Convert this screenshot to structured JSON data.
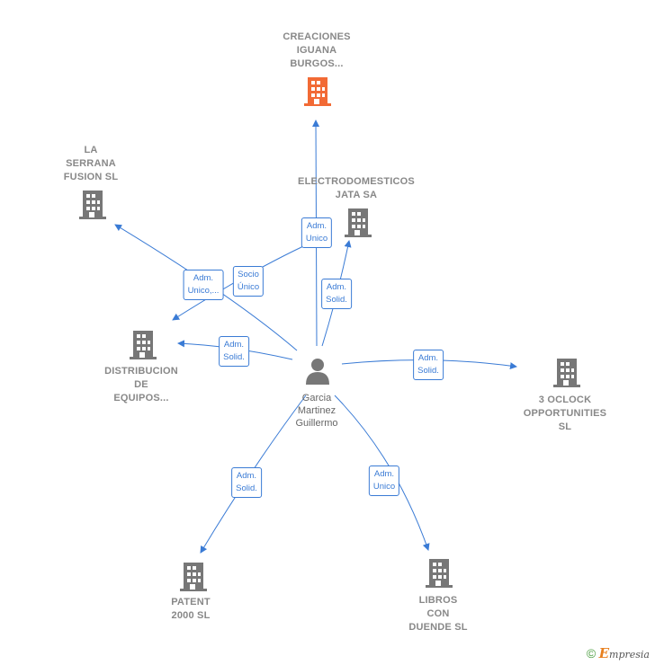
{
  "center_person": {
    "name": "Garcia\nMartinez\nGuillermo",
    "icon": "person-icon"
  },
  "companies": [
    {
      "id": "creaciones",
      "name": "CREACIONES\nIGUANA\nBURGOS...",
      "color": "#f26a35",
      "highlight": true
    },
    {
      "id": "serrana",
      "name": "LA\nSERRANA\nFUSION SL",
      "color": "#777777"
    },
    {
      "id": "electro",
      "name": "ELECTRODOMESTICOS\nJATA SA",
      "color": "#777777"
    },
    {
      "id": "distribucion",
      "name": "DISTRIBUCION\nDE\nEQUIPOS...",
      "color": "#777777"
    },
    {
      "id": "oclock",
      "name": "3 OCLOCK\nOPPORTUNITIES SL",
      "color": "#777777"
    },
    {
      "id": "patent",
      "name": "PATENT\n2000 SL",
      "color": "#777777"
    },
    {
      "id": "libros",
      "name": "LIBROS\nCON\nDUENDE SL",
      "color": "#777777"
    }
  ],
  "relations": [
    {
      "id": "r_creaciones",
      "label": "Adm.\nUnico"
    },
    {
      "id": "r_serrana",
      "label": "Adm.\nUnico,..."
    },
    {
      "id": "r_socio",
      "label": "Socio\nÚnico"
    },
    {
      "id": "r_electro",
      "label": "Adm.\nSolid."
    },
    {
      "id": "r_distribucion",
      "label": "Adm.\nSolid."
    },
    {
      "id": "r_oclock",
      "label": "Adm.\nSolid."
    },
    {
      "id": "r_patent",
      "label": "Adm.\nSolid."
    },
    {
      "id": "r_libros",
      "label": "Adm.\nUnico"
    }
  ],
  "colors": {
    "edge": "#3a7bd5",
    "highlight": "#f26a35",
    "building": "#777777"
  },
  "footer": {
    "copyright": "©",
    "brand_initial": "E",
    "brand_rest": "mpresia"
  }
}
